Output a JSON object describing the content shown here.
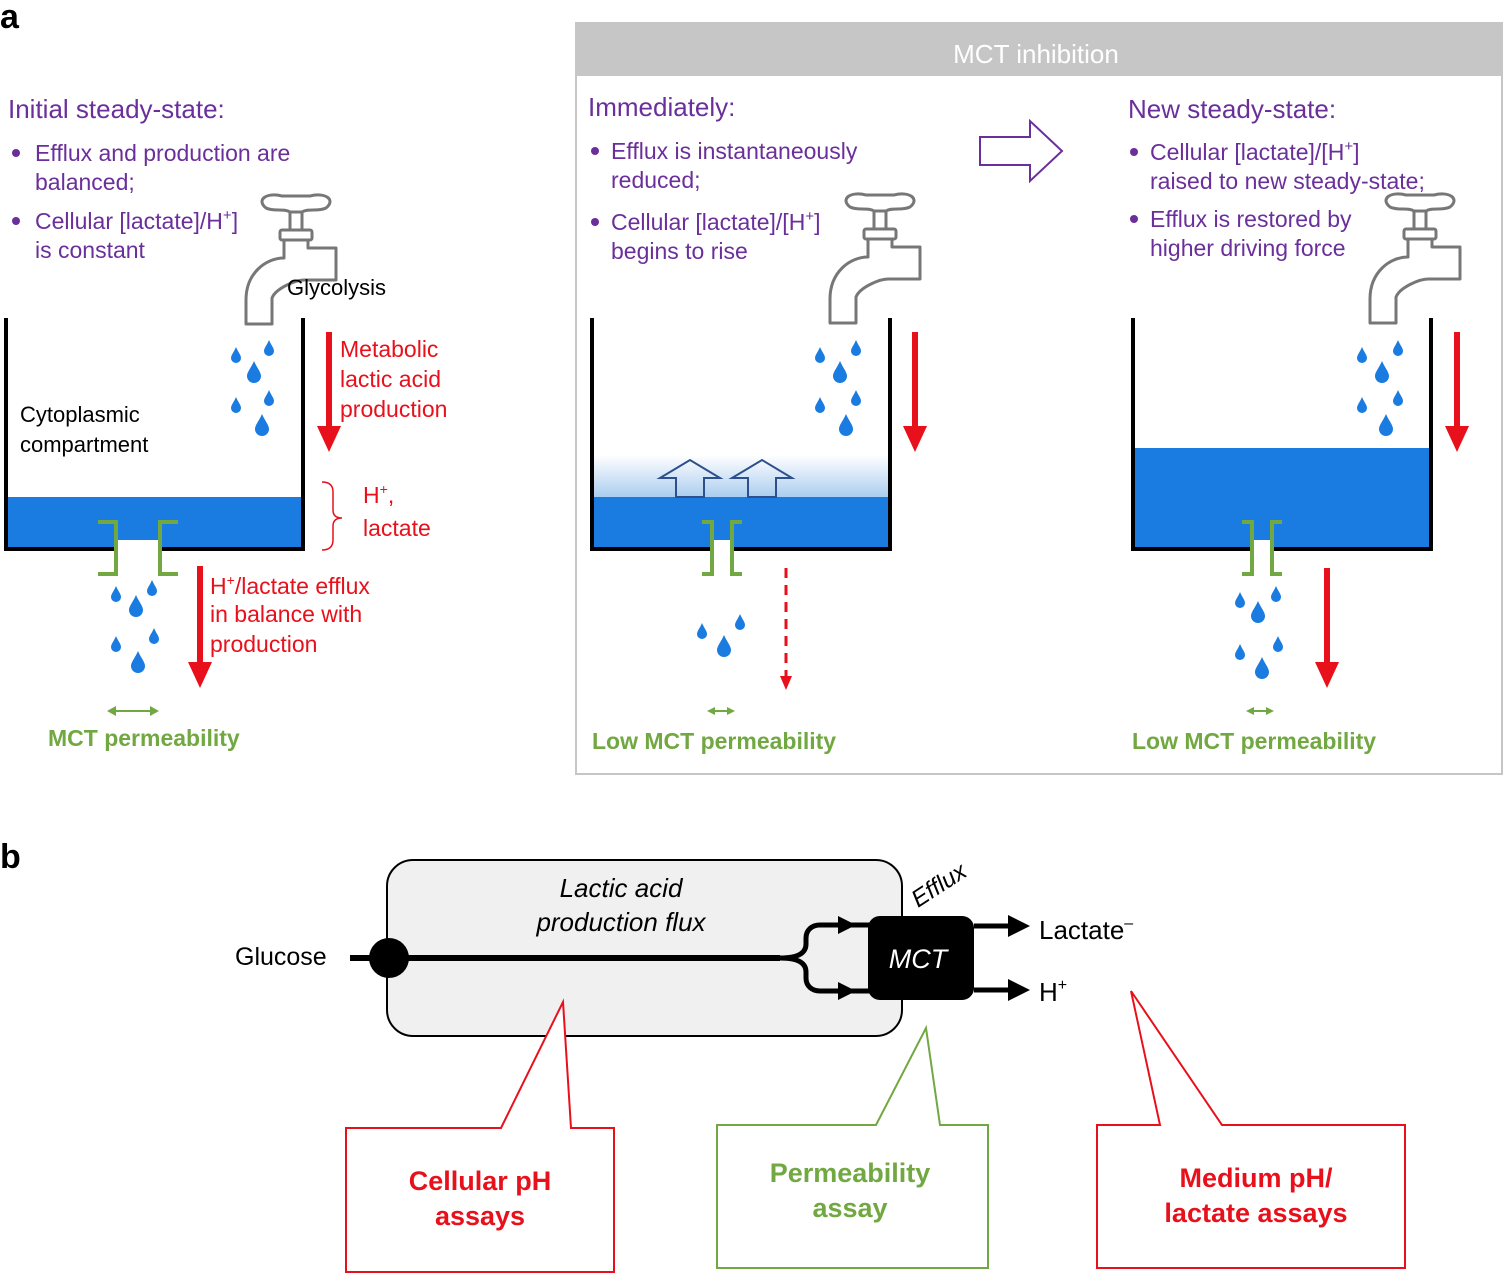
{
  "panel_a": {
    "label": "a",
    "initial": {
      "heading": "Initial steady-state:",
      "bullet1": [
        "Efflux and production are",
        "balanced;"
      ],
      "bullet2_line1": "Cellular [lactate]/H",
      "bullet2_line1_sup": "+",
      "bullet2_line1_end": "]",
      "bullet2_line2": "is constant",
      "tap_label": "Glycolysis",
      "compartment": [
        "Cytoplasmic",
        "compartment"
      ],
      "production": [
        "Metabolic",
        "lactic acid",
        "production"
      ],
      "level_label_h": "H",
      "level_label_sup": "+",
      "level_label_comma": ",",
      "level_label_2": "lactate",
      "efflux_h": "H",
      "efflux_sup": "+",
      "efflux_line1": "/lactate efflux",
      "efflux_line2": "in balance with",
      "efflux_line3": "production",
      "permeability": "MCT permeability"
    },
    "inhibition": {
      "header": "MCT inhibition",
      "immediately": {
        "heading": "Immediately:",
        "bullet1": [
          "Efflux is instantaneously",
          "reduced;"
        ],
        "bullet2_line1": "Cellular [lactate]/[H",
        "bullet2_sup": "+",
        "bullet2_end": "]",
        "bullet2_line2": "begins to rise",
        "permeability": "Low MCT permeability"
      },
      "new_steady": {
        "heading": "New steady-state:",
        "bullet1_line1": "Cellular [lactate]/[H",
        "bullet1_sup": "+",
        "bullet1_end": "]",
        "bullet1_line2": "raised to new steady-state;",
        "bullet2": [
          "Efflux is restored by",
          "higher driving force"
        ],
        "permeability": "Low MCT permeability"
      }
    }
  },
  "panel_b": {
    "label": "b",
    "box_title": [
      "Lactic acid",
      "production flux"
    ],
    "glucose": "Glucose",
    "efflux": "Efflux",
    "mct": "MCT",
    "lactate": "Lactate",
    "lactate_sup": "–",
    "proton": "H",
    "proton_sup": "+",
    "callouts": {
      "cellular": [
        "Cellular pH",
        "assays"
      ],
      "permeability": [
        "Permeability",
        "assay"
      ],
      "medium": [
        "Medium pH/",
        "lactate assays"
      ]
    }
  },
  "colors": {
    "purple": "#6a2f9b",
    "red": "#e8101b",
    "green": "#72a842",
    "blue": "#1a7be0",
    "gray_header": "#c6c6c6"
  }
}
